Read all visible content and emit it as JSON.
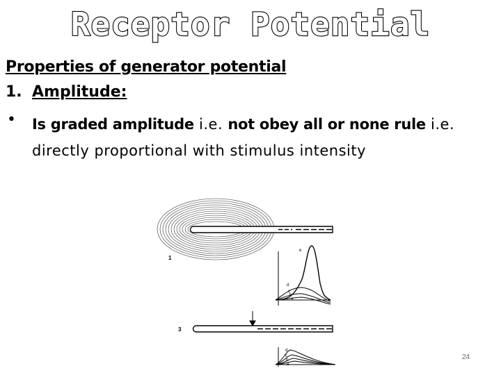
{
  "slide": {
    "title": "Receptor Potential",
    "heading": "Properties of generator potential",
    "list_number": "1.",
    "list_label": "Amplitude:",
    "bullet_symbol": "•",
    "bullet_bold_1": "Is graded amplitude",
    "bullet_plain_1": " i.e. ",
    "bullet_bold_2": "not obey all or none rule",
    "bullet_plain_2": " i.e.",
    "bullet_line_2": "directly proportional with stimulus intensity",
    "page_number": "24"
  },
  "figure": {
    "label_1": "1",
    "label_3": "3",
    "curve_labels_top": [
      "e",
      "d",
      "c",
      "b",
      "a"
    ],
    "curve_labels_bottom": [
      "d",
      "c",
      "b",
      "a"
    ]
  }
}
